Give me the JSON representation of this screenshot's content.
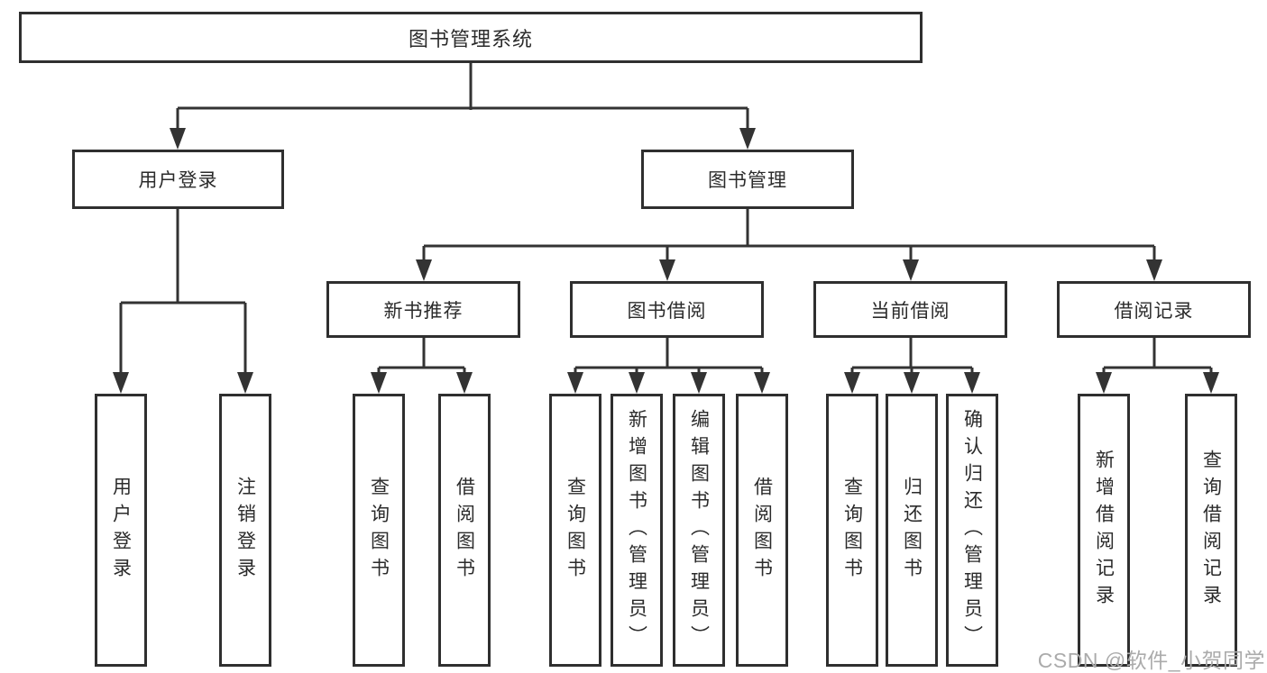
{
  "tree": {
    "root": {
      "label": "图书管理系统"
    },
    "branches": [
      {
        "label": "用户登录",
        "children": [
          {
            "label": "用户登录"
          },
          {
            "label": "注销登录"
          }
        ]
      },
      {
        "label": "图书管理",
        "sections": [
          {
            "label": "新书推荐",
            "children": [
              {
                "label": "查询图书"
              },
              {
                "label": "借阅图书"
              }
            ]
          },
          {
            "label": "图书借阅",
            "children": [
              {
                "label": "查询图书"
              },
              {
                "label": "新增图书（管理员）"
              },
              {
                "label": "编辑图书（管理员）"
              },
              {
                "label": "借阅图书"
              }
            ]
          },
          {
            "label": "当前借阅",
            "children": [
              {
                "label": "查询图书"
              },
              {
                "label": "归还图书"
              },
              {
                "label": "确认归还（管理员）"
              }
            ]
          },
          {
            "label": "借阅记录",
            "children": [
              {
                "label": "新增借阅记录"
              },
              {
                "label": "查询借阅记录"
              }
            ]
          }
        ]
      }
    ]
  },
  "watermark": {
    "text": "CSDN @软件_小贺同学"
  },
  "colors": {
    "line_color": "#333333",
    "border_color": "#2f2f2f",
    "text_color": "#2b2b2b",
    "watermark_color": "#ababab",
    "bg_color": "#ffffff"
  }
}
